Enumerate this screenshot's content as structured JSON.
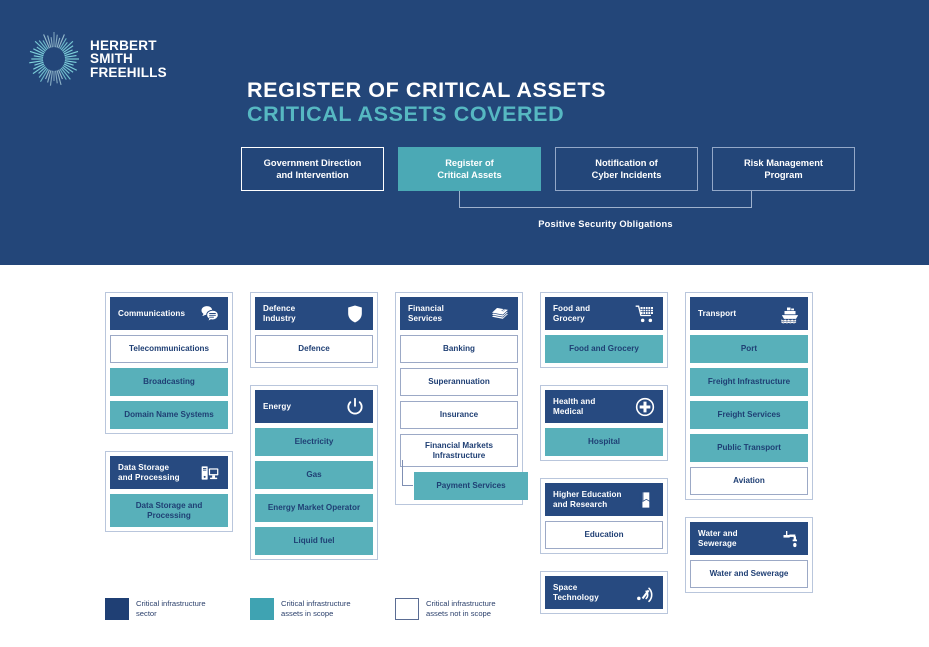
{
  "brand": {
    "name": "HERBERT\nSMITH\nFREEHILLS",
    "logo_icon": "sunburst-logo-icon"
  },
  "header": {
    "title": "REGISTER OF CRITICAL ASSETS",
    "subtitle": "CRITICAL ASSETS COVERED",
    "bracket_label": "Positive Security Obligations",
    "pillars": [
      {
        "label": "Government Direction\nand Intervention",
        "state": "outline-strong"
      },
      {
        "label": "Register of\nCritical Assets",
        "state": "active"
      },
      {
        "label": "Notification of\nCyber Incidents",
        "state": "outline"
      },
      {
        "label": "Risk Management\nProgram",
        "state": "outline"
      }
    ]
  },
  "colors": {
    "navy_background": "#234679",
    "sector_header_navy": "#274A80",
    "teal_in_scope": "#58B0BA",
    "teal_accent": "#4BA9B5",
    "subtitle_teal": "#56B8C2",
    "text_navy": "#1F3F74",
    "card_border": "#b9c6dc",
    "white": "#FFFFFF"
  },
  "columns": [
    {
      "cards": [
        {
          "sector": "Communications",
          "icon": "speech-bubbles-icon",
          "assets": [
            {
              "label": "Telecommunications",
              "scope": "not-in-scope"
            },
            {
              "label": "Broadcasting",
              "scope": "in-scope"
            },
            {
              "label": "Domain Name Systems",
              "scope": "in-scope"
            }
          ]
        },
        {
          "sector": "Data Storage\nand Processing",
          "icon": "computer-icon",
          "assets": [
            {
              "label": "Data Storage and\nProcessing",
              "scope": "in-scope",
              "tall": true
            }
          ]
        }
      ]
    },
    {
      "cards": [
        {
          "sector": "Defence\nIndustry",
          "icon": "shield-icon",
          "assets": [
            {
              "label": "Defence",
              "scope": "not-in-scope"
            }
          ]
        },
        {
          "sector": "Energy",
          "icon": "power-icon",
          "assets": [
            {
              "label": "Electricity",
              "scope": "in-scope"
            },
            {
              "label": "Gas",
              "scope": "in-scope"
            },
            {
              "label": "Energy Market Operator",
              "scope": "in-scope"
            },
            {
              "label": "Liquid fuel",
              "scope": "in-scope"
            }
          ]
        }
      ]
    },
    {
      "cards": [
        {
          "sector": "Financial\nServices",
          "icon": "money-stack-icon",
          "assets": [
            {
              "label": "Banking",
              "scope": "not-in-scope"
            },
            {
              "label": "Superannuation",
              "scope": "not-in-scope"
            },
            {
              "label": "Insurance",
              "scope": "not-in-scope"
            },
            {
              "label": "Financial Markets\nInfrastructure",
              "scope": "not-in-scope",
              "tall": true
            },
            {
              "label": "Payment Services",
              "scope": "in-scope",
              "nested": true
            }
          ]
        }
      ]
    },
    {
      "cards": [
        {
          "sector": "Food and\nGrocery",
          "icon": "shopping-cart-icon",
          "assets": [
            {
              "label": "Food and Grocery",
              "scope": "in-scope"
            }
          ]
        },
        {
          "sector": "Health and\nMedical",
          "icon": "medical-cross-icon",
          "assets": [
            {
              "label": "Hospital",
              "scope": "in-scope"
            }
          ]
        },
        {
          "sector": "Higher Education\nand Research",
          "icon": "book-icon",
          "assets": [
            {
              "label": "Education",
              "scope": "not-in-scope"
            }
          ]
        },
        {
          "sector": "Space\nTechnology",
          "icon": "satellite-icon",
          "assets": []
        }
      ]
    },
    {
      "cards": [
        {
          "sector": "Transport",
          "icon": "ship-icon",
          "assets": [
            {
              "label": "Port",
              "scope": "in-scope"
            },
            {
              "label": "Freight Infrastructure",
              "scope": "in-scope"
            },
            {
              "label": "Freight Services",
              "scope": "in-scope"
            },
            {
              "label": "Public Transport",
              "scope": "in-scope"
            },
            {
              "label": "Aviation",
              "scope": "not-in-scope"
            }
          ]
        },
        {
          "sector": "Water and\nSewerage",
          "icon": "tap-icon",
          "assets": [
            {
              "label": "Water and Sewerage",
              "scope": "not-in-scope"
            }
          ]
        }
      ]
    }
  ],
  "legend": [
    {
      "swatch": "navy",
      "label": "Critical infrastructure\nsector"
    },
    {
      "swatch": "teal",
      "label": "Critical infrastructure\nassets in scope"
    },
    {
      "swatch": "white",
      "label": "Critical infrastructure\nassets not in scope"
    }
  ]
}
